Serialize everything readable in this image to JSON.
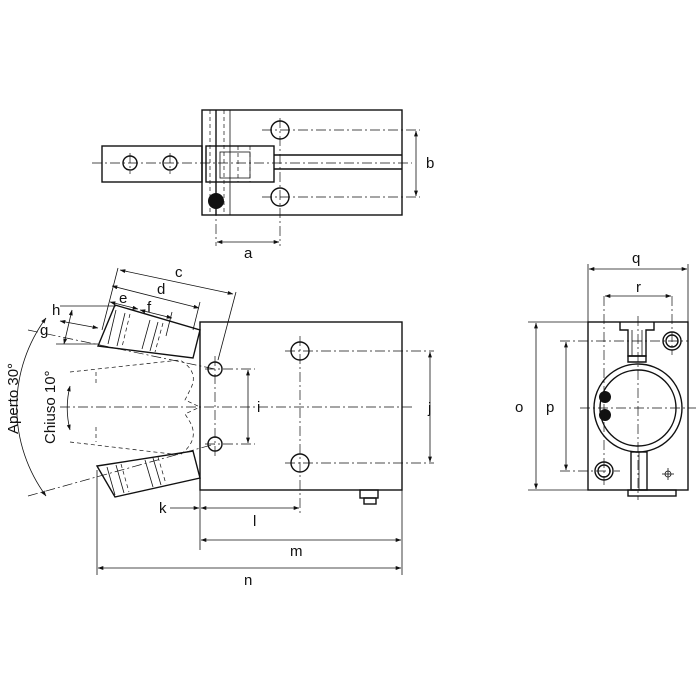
{
  "labels": {
    "a": "a",
    "b": "b",
    "c": "c",
    "d": "d",
    "e": "e",
    "f": "f",
    "g": "g",
    "h": "h",
    "i": "i",
    "j": "j",
    "k": "k",
    "l": "l",
    "m": "m",
    "n": "n",
    "o": "o",
    "p": "p",
    "q": "q",
    "r": "r"
  },
  "angles": {
    "open": "Aperto 30°",
    "closed": "Chiuso 10°"
  }
}
